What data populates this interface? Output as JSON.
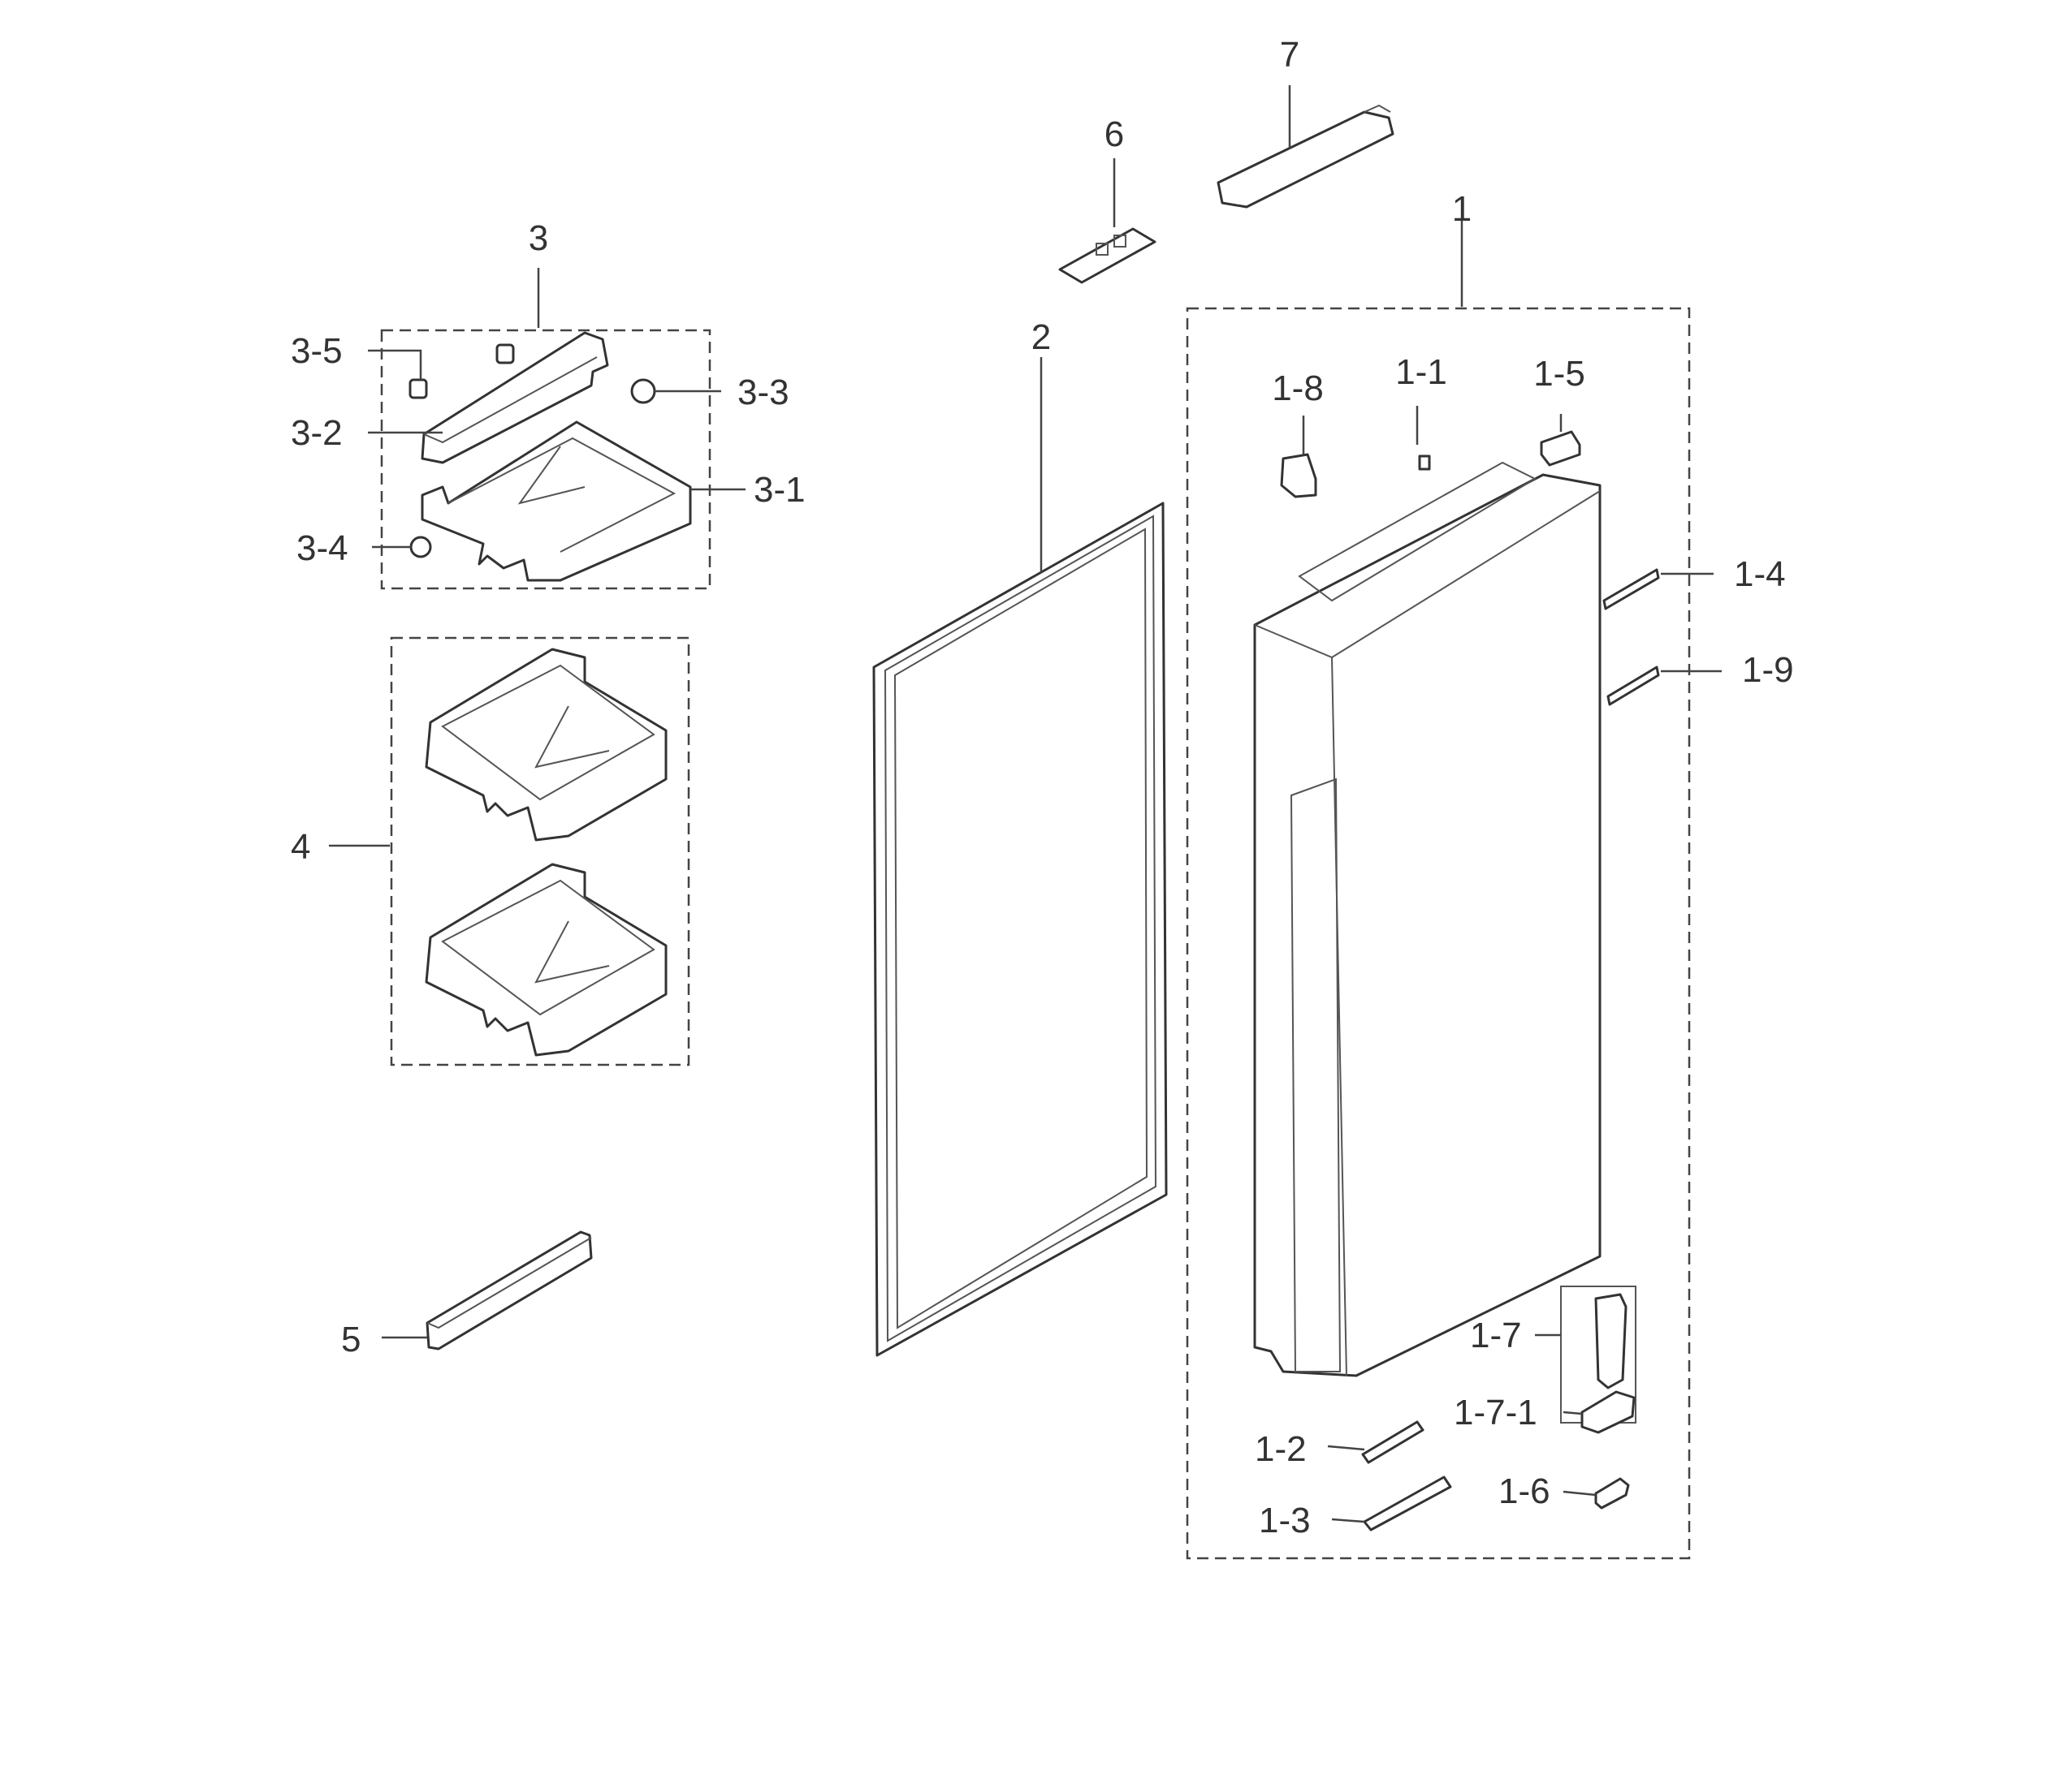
{
  "diagram": {
    "labels": {
      "p1": "1",
      "p1_1": "1-1",
      "p1_2": "1-2",
      "p1_3": "1-3",
      "p1_4": "1-4",
      "p1_5": "1-5",
      "p1_6": "1-6",
      "p1_7": "1-7",
      "p1_7_1": "1-7-1",
      "p1_8": "1-8",
      "p1_9": "1-9",
      "p2": "2",
      "p3": "3",
      "p3_1": "3-1",
      "p3_2": "3-2",
      "p3_3": "3-3",
      "p3_4": "3-4",
      "p3_5": "3-5",
      "p4": "4",
      "p5": "5",
      "p6": "6",
      "p7": "7"
    },
    "colors": {
      "line": "#333333",
      "background": "#ffffff"
    }
  }
}
